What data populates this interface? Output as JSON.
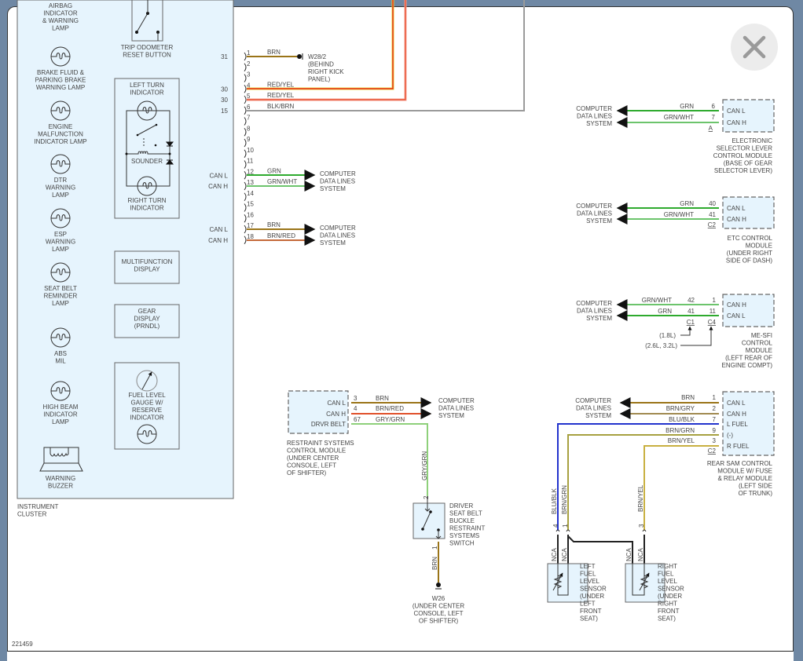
{
  "figure_id": "221459",
  "close_icon": "close-icon",
  "wire_colors": {
    "BRN": "#9a7418",
    "GRN": "#2eaa2e",
    "GRN_WHT": "#6cc46c",
    "RED": "#e52a1a",
    "RED_LT": "#f07060",
    "BRN_RED": "#c46a3a",
    "GRY": "#9a9a9a",
    "BLU": "#2233cc",
    "YEL": "#d8c040",
    "BLK": "#222222",
    "GRY_GRN": "#8ed07a"
  },
  "instrument_cluster": {
    "label": [
      "INSTRUMENT",
      "CLUSTER"
    ],
    "airbag": [
      "AIRBAG",
      "INDICATOR",
      "& WARNING",
      "LAMP"
    ],
    "lamps": [
      {
        "label": [
          "BRAKE FLUID &",
          "PARKING BRAKE",
          "WARNING LAMP"
        ]
      },
      {
        "label": [
          "ENGINE",
          "MALFUNCTION",
          "INDICATOR LAMP"
        ]
      },
      {
        "label": [
          "DTR",
          "WARNING",
          "LAMP"
        ]
      },
      {
        "label": [
          "ESP",
          "WARNING",
          "LAMP"
        ]
      },
      {
        "label": [
          "SEAT BELT",
          "REMINDER",
          "LAMP"
        ]
      },
      {
        "label": [
          "ABS",
          "MIL"
        ]
      },
      {
        "label": [
          "HIGH BEAM",
          "INDICATOR",
          "LAMP"
        ]
      }
    ],
    "buzzer": [
      "WARNING",
      "BUZZER"
    ],
    "trip_odometer": [
      "TRIP ODOMETER",
      "RESET BUTTON"
    ],
    "left_turn": [
      "LEFT TURN",
      "INDICATOR"
    ],
    "sounder": "SOUNDER",
    "right_turn": [
      "RIGHT TURN",
      "INDICATOR"
    ],
    "multifunction": [
      "MULTIFUNCTION",
      "DISPLAY"
    ],
    "gear_display": [
      "GEAR",
      "DISPLAY",
      "(PRNDL)"
    ],
    "fuel_gauge": [
      "FUEL LEVEL",
      "GAUGE W/",
      "RESERVE",
      "INDICATOR"
    ]
  },
  "cluster_connector": {
    "pins": [
      {
        "num": "1",
        "term": "31",
        "wire": "BRN"
      },
      {
        "num": "2",
        "term": "",
        "wire": ""
      },
      {
        "num": "3",
        "term": "",
        "wire": ""
      },
      {
        "num": "4",
        "term": "30",
        "wire": "RED/YEL"
      },
      {
        "num": "5",
        "term": "30",
        "wire": "RED/YEL"
      },
      {
        "num": "6",
        "term": "15",
        "wire": "BLK/BRN"
      },
      {
        "num": "7",
        "term": "",
        "wire": ""
      },
      {
        "num": "8",
        "term": "",
        "wire": ""
      },
      {
        "num": "9",
        "term": "",
        "wire": ""
      },
      {
        "num": "10",
        "term": "",
        "wire": ""
      },
      {
        "num": "11",
        "term": "",
        "wire": ""
      },
      {
        "num": "12",
        "term": "CAN L",
        "wire": "GRN"
      },
      {
        "num": "13",
        "term": "CAN H",
        "wire": "GRN/WHT"
      },
      {
        "num": "14",
        "term": "",
        "wire": ""
      },
      {
        "num": "15",
        "term": "",
        "wire": ""
      },
      {
        "num": "16",
        "term": "",
        "wire": ""
      },
      {
        "num": "17",
        "term": "CAN L",
        "wire": "BRN"
      },
      {
        "num": "18",
        "term": "CAN H",
        "wire": "BRN/RED"
      }
    ],
    "ground_w28": [
      "W28/2",
      "(BEHIND",
      "RIGHT KICK",
      "PANEL)"
    ],
    "cdl_1": [
      "COMPUTER",
      "DATA LINES",
      "SYSTEM"
    ],
    "cdl_2": [
      "COMPUTER",
      "DATA LINES",
      "SYSTEM"
    ]
  },
  "selector_module": {
    "name": [
      "ELECTRONIC",
      "SELECTOR LEVER",
      "CONTROL MODULE",
      "(BASE OF GEAR",
      "SELECTOR LEVER)"
    ],
    "cdl": [
      "COMPUTER",
      "DATA LINES",
      "SYSTEM"
    ],
    "connector": "A",
    "pins": [
      {
        "num": "6",
        "term": "CAN L",
        "wire": "GRN"
      },
      {
        "num": "7",
        "term": "CAN H",
        "wire": "GRN/WHT"
      }
    ]
  },
  "etc_module": {
    "name": [
      "ETC CONTROL",
      "MODULE",
      "(UNDER RIGHT",
      "SIDE OF DASH)"
    ],
    "cdl": [
      "COMPUTER",
      "DATA LINES",
      "SYSTEM"
    ],
    "connector": "C2",
    "pins": [
      {
        "num": "40",
        "term": "CAN L",
        "wire": "GRN"
      },
      {
        "num": "41",
        "term": "CAN H",
        "wire": "GRN/WHT"
      }
    ]
  },
  "mesfi_module": {
    "name": [
      "ME-SFI",
      "CONTROL",
      "MODULE",
      "(LEFT REAR OF",
      "ENGINE COMPT)"
    ],
    "cdl": [
      "COMPUTER",
      "DATA LINES",
      "SYSTEM"
    ],
    "connector_c1": "C1",
    "connector_c4": "C4",
    "variant_c1": "(1.8L)",
    "variant_c4": "(2.6L, 3.2L)",
    "pins": [
      {
        "c1": "42",
        "num": "1",
        "term": "CAN H",
        "wire": "GRN/WHT"
      },
      {
        "c1": "41",
        "num": "11",
        "term": "CAN L",
        "wire": "GRN"
      }
    ]
  },
  "restraint_module": {
    "name": [
      "RESTRAINT SYSTEMS",
      "CONTROL MODULE",
      "(UNDER CENTER",
      "CONSOLE, LEFT",
      "OF SHIFTER)"
    ],
    "cdl": [
      "COMPUTER",
      "DATA LINES",
      "SYSTEM"
    ],
    "pins": [
      {
        "num": "3",
        "term": "CAN L",
        "wire": "BRN"
      },
      {
        "num": "4",
        "term": "CAN H",
        "wire": "BRN/RED"
      },
      {
        "num": "67",
        "term": "DRVR BELT",
        "wire": "GRY/GRN"
      }
    ]
  },
  "seat_belt_switch": {
    "name": [
      "DRIVER",
      "SEAT BELT",
      "BUCKLE",
      "RESTRAINT",
      "SYSTEMS",
      "SWITCH"
    ],
    "pin_top": "2",
    "pin_bottom": "1",
    "wire_bottom": "BRN",
    "ground": [
      "W26",
      "(UNDER CENTER",
      "CONSOLE, LEFT",
      "OF SHIFTER)"
    ]
  },
  "rear_sam": {
    "name": [
      "REAR SAM CONTROL",
      "MODULE W/ FUSE",
      "& RELAY MODULE",
      "(LEFT SIDE",
      "OF TRUNK)"
    ],
    "cdl": [
      "COMPUTER",
      "DATA LINES",
      "SYSTEM"
    ],
    "connector": "C2",
    "pins": [
      {
        "num": "1",
        "term": "CAN L",
        "wire": "BRN"
      },
      {
        "num": "2",
        "term": "CAN H",
        "wire": "BRN/GRY"
      },
      {
        "num": "7",
        "term": "L FUEL",
        "wire": "BLU/BLK"
      },
      {
        "num": "9",
        "term": "(-)",
        "wire": "BRN/GRN"
      },
      {
        "num": "3",
        "term": "R FUEL",
        "wire": "BRN/YEL"
      }
    ]
  },
  "left_fuel_sensor": {
    "name": [
      "LEFT",
      "FUEL",
      "LEVEL",
      "SENSOR",
      "(UNDER",
      "LEFT",
      "FRONT",
      "SEAT)"
    ],
    "pin_a": "4",
    "pin_b": "1",
    "nca": "NCA"
  },
  "right_fuel_sensor": {
    "name": [
      "RIGHT",
      "FUEL",
      "LEVEL",
      "SENSOR",
      "(UNDER",
      "RIGHT",
      "FRONT",
      "SEAT)"
    ],
    "pin": "3",
    "nca": "NCA"
  }
}
